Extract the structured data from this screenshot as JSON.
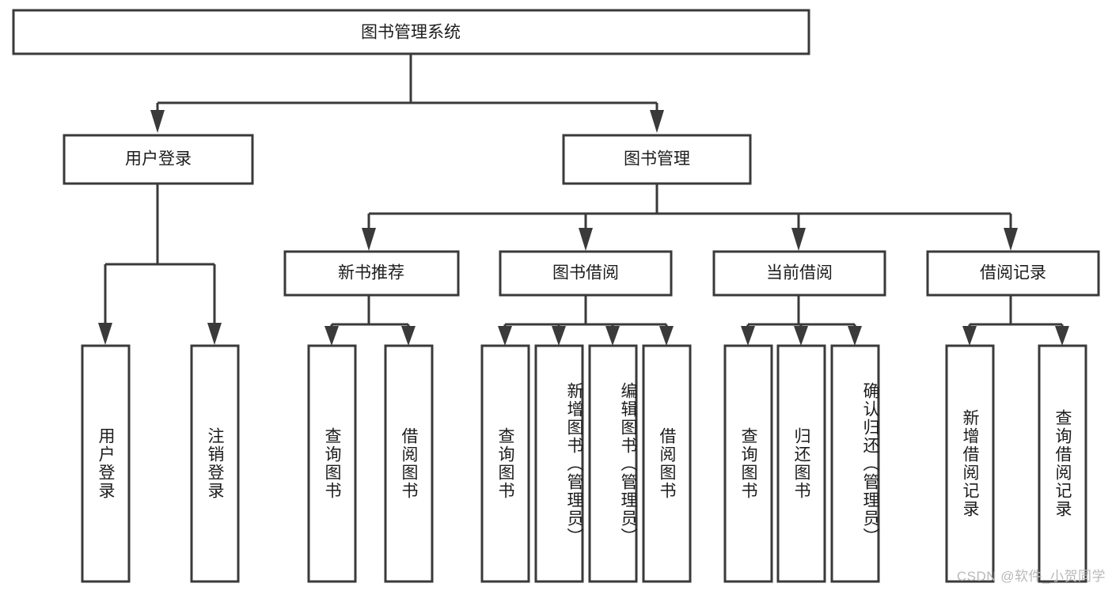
{
  "diagram": {
    "title": "图书管理系统",
    "watermark": "CSDN @软件_小贺同学",
    "colors": {
      "stroke": "#3a3a3a",
      "box_fill": "#ffffff",
      "text": "#1c1c1c",
      "background": "#ffffff",
      "watermark": "#b9b9b9"
    },
    "root": {
      "label": "图书管理系统"
    },
    "level2": [
      {
        "label": "用户登录"
      },
      {
        "label": "图书管理"
      }
    ],
    "level3": [
      {
        "label": "新书推荐"
      },
      {
        "label": "图书借阅"
      },
      {
        "label": "当前借阅"
      },
      {
        "label": "借阅记录"
      }
    ],
    "leaves": {
      "user_login": [
        {
          "label": "用户登录"
        },
        {
          "label": "注销登录"
        }
      ],
      "new_book_recommend": [
        {
          "label": "查询图书"
        },
        {
          "label": "借阅图书"
        }
      ],
      "book_borrow": [
        {
          "label": "查询图书"
        },
        {
          "label": "新增图书（管理员）"
        },
        {
          "label": "编辑图书（管理员）"
        },
        {
          "label": "借阅图书"
        }
      ],
      "current_borrow": [
        {
          "label": "查询图书"
        },
        {
          "label": "归还图书"
        },
        {
          "label": "确认归还（管理员）"
        }
      ],
      "borrow_record": [
        {
          "label": "新增借阅记录"
        },
        {
          "label": "查询借阅记录"
        }
      ]
    }
  },
  "chart_data": {
    "type": "tree-diagram",
    "title": "图书管理系统",
    "orientation": "top-down",
    "levels": 4,
    "nodes": [
      {
        "id": "root",
        "label": "图书管理系统",
        "level": 0,
        "parent": null
      },
      {
        "id": "n1",
        "label": "用户登录",
        "level": 1,
        "parent": "root"
      },
      {
        "id": "n2",
        "label": "图书管理",
        "level": 1,
        "parent": "root"
      },
      {
        "id": "n1a",
        "label": "用户登录",
        "level": 2,
        "parent": "n1"
      },
      {
        "id": "n1b",
        "label": "注销登录",
        "level": 2,
        "parent": "n1"
      },
      {
        "id": "n2a",
        "label": "新书推荐",
        "level": 2,
        "parent": "n2"
      },
      {
        "id": "n2b",
        "label": "图书借阅",
        "level": 2,
        "parent": "n2"
      },
      {
        "id": "n2c",
        "label": "当前借阅",
        "level": 2,
        "parent": "n2"
      },
      {
        "id": "n2d",
        "label": "借阅记录",
        "level": 2,
        "parent": "n2"
      },
      {
        "id": "n2a1",
        "label": "查询图书",
        "level": 3,
        "parent": "n2a"
      },
      {
        "id": "n2a2",
        "label": "借阅图书",
        "level": 3,
        "parent": "n2a"
      },
      {
        "id": "n2b1",
        "label": "查询图书",
        "level": 3,
        "parent": "n2b"
      },
      {
        "id": "n2b2",
        "label": "新增图书（管理员）",
        "level": 3,
        "parent": "n2b"
      },
      {
        "id": "n2b3",
        "label": "编辑图书（管理员）",
        "level": 3,
        "parent": "n2b"
      },
      {
        "id": "n2b4",
        "label": "借阅图书",
        "level": 3,
        "parent": "n2b"
      },
      {
        "id": "n2c1",
        "label": "查询图书",
        "level": 3,
        "parent": "n2c"
      },
      {
        "id": "n2c2",
        "label": "归还图书",
        "level": 3,
        "parent": "n2c"
      },
      {
        "id": "n2c3",
        "label": "确认归还（管理员）",
        "level": 3,
        "parent": "n2c"
      },
      {
        "id": "n2d1",
        "label": "新增借阅记录",
        "level": 3,
        "parent": "n2d"
      },
      {
        "id": "n2d2",
        "label": "查询借阅记录",
        "level": 3,
        "parent": "n2d"
      }
    ]
  }
}
